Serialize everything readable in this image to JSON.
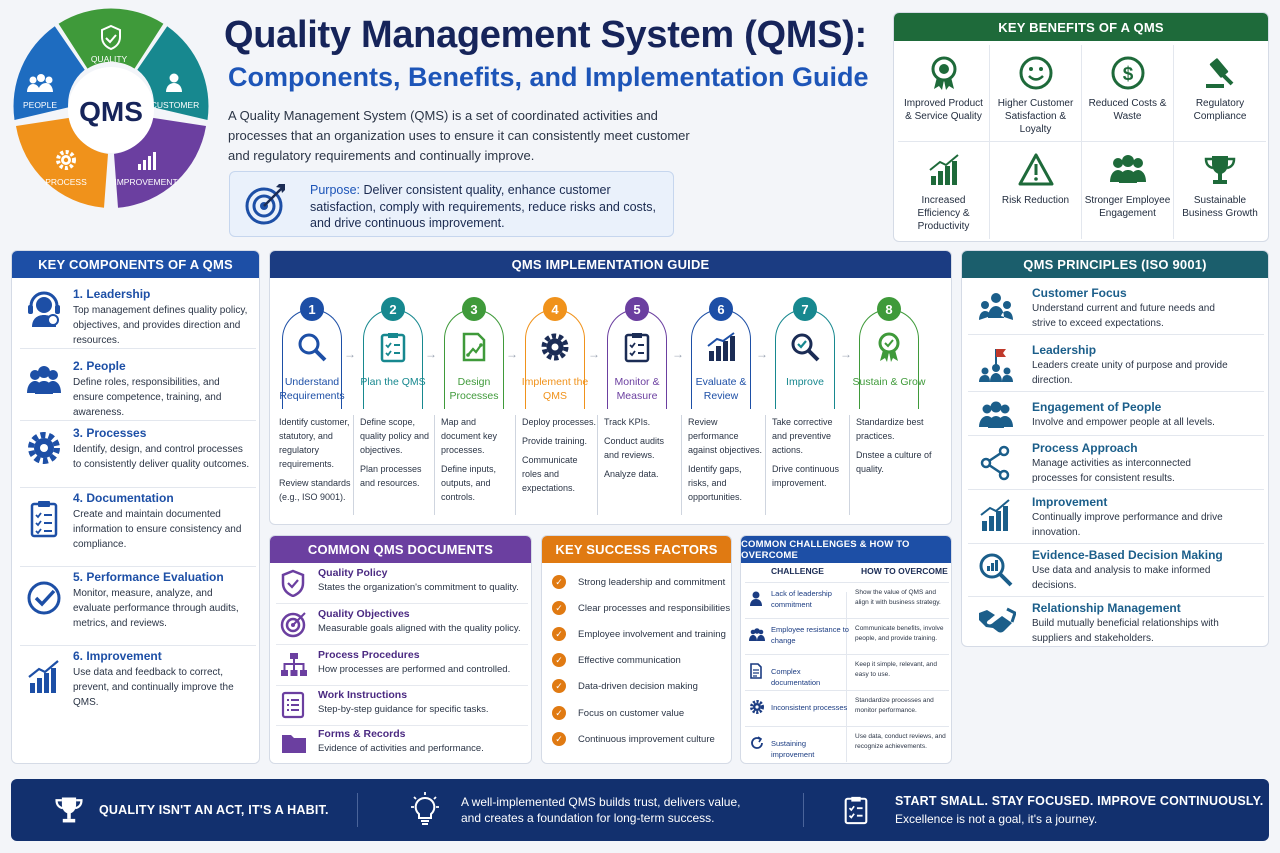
{
  "header": {
    "title_line1": "Quality Management System (QMS):",
    "title_line2": "Components, Benefits, and Implementation Guide",
    "intro": "A Quality Management System (QMS) is a set of coordinated activities and processes that an organization uses to ensure it can consistently meet customer and regulatory requirements and continually improve.",
    "purpose_label": "Purpose:",
    "purpose_text": "Deliver consistent quality, enhance customer satisfaction, comply with requirements, reduce risks and costs, and drive continuous improvement."
  },
  "wheel": {
    "center": "QMS",
    "segments": [
      {
        "label": "QUALITY",
        "icon": "shield-check-icon",
        "color": "#3f9a3a"
      },
      {
        "label": "CUSTOMER",
        "icon": "person-icon",
        "color": "#17888f"
      },
      {
        "label": "IMPROVEMENT",
        "icon": "bar-chart-icon",
        "color": "#6b3fa0"
      },
      {
        "label": "PROCESS",
        "icon": "gear-icon",
        "color": "#f0921b"
      },
      {
        "label": "PEOPLE",
        "icon": "people-icon",
        "color": "#1e6cc0"
      }
    ]
  },
  "benefits": {
    "heading": "KEY BENEFITS OF A QMS",
    "items": [
      {
        "label": "Improved Product & Service Quality",
        "icon": "award-ribbon-icon"
      },
      {
        "label": "Higher Customer Satisfaction & Loyalty",
        "icon": "smiley-icon"
      },
      {
        "label": "Reduced Costs & Waste",
        "icon": "dollar-coin-icon"
      },
      {
        "label": "Regulatory Compliance",
        "icon": "gavel-icon"
      },
      {
        "label": "Increased Efficiency & Productivity",
        "icon": "growth-chart-icon"
      },
      {
        "label": "Risk Reduction",
        "icon": "warning-icon"
      },
      {
        "label": "Stronger Employee Engagement",
        "icon": "team-icon"
      },
      {
        "label": "Sustainable Business Growth",
        "icon": "trophy-icon"
      }
    ]
  },
  "components": {
    "heading": "KEY COMPONENTS OF A QMS",
    "items": [
      {
        "title": "1. Leadership",
        "desc": "Top management defines quality policy, objectives, and provides direction and resources.",
        "icon": "leader-headset-icon"
      },
      {
        "title": "2. People",
        "desc": "Define roles, responsibilities, and ensure competence, training, and awareness.",
        "icon": "people-icon"
      },
      {
        "title": "3. Processes",
        "desc": "Identify, design, and control processes to consistently deliver quality outcomes.",
        "icon": "gear-icon"
      },
      {
        "title": "4. Documentation",
        "desc": "Create and maintain documented information to ensure consistency and compliance.",
        "icon": "clipboard-icon"
      },
      {
        "title": "5. Performance Evaluation",
        "desc": "Monitor, measure, analyze, and evaluate performance through audits, metrics, and reviews.",
        "icon": "check-circle-icon"
      },
      {
        "title": "6. Improvement",
        "desc": "Use data and feedback to correct, prevent, and continually improve the QMS.",
        "icon": "growth-chart-icon"
      }
    ]
  },
  "guide": {
    "heading": "QMS IMPLEMENTATION GUIDE",
    "steps": [
      {
        "num": "1",
        "title": "Understand Requirements",
        "color": "#1d4fa6",
        "icon": "magnifier-icon",
        "bullets": [
          "Identify customer, statutory, and regulatory requirements.",
          "Review standards (e.g., ISO 9001)."
        ]
      },
      {
        "num": "2",
        "title": "Plan the QMS",
        "color": "#17888f",
        "icon": "checklist-icon",
        "bullets": [
          "Define scope, quality policy and objectives.",
          "Plan processes and resources."
        ]
      },
      {
        "num": "3",
        "title": "Design Processes",
        "color": "#3f9a3a",
        "icon": "process-doc-icon",
        "bullets": [
          "Map and document key processes.",
          "Define inputs, outputs, and controls."
        ]
      },
      {
        "num": "4",
        "title": "Implement the QMS",
        "color": "#f0921b",
        "icon": "gear-icon",
        "bullets": [
          "Deploy processes.",
          "Provide training.",
          "Communicate roles and expectations."
        ]
      },
      {
        "num": "5",
        "title": "Monitor & Measure",
        "color": "#6b3fa0",
        "icon": "clipboard-icon",
        "bullets": [
          "Track KPIs.",
          "Conduct audits and reviews.",
          "Analyze data."
        ]
      },
      {
        "num": "6",
        "title": "Evaluate & Review",
        "color": "#1d4fa6",
        "icon": "bar-chart-icon",
        "bullets": [
          "Review performance against objectives.",
          "Identify gaps, risks, and opportunities."
        ]
      },
      {
        "num": "7",
        "title": "Improve",
        "color": "#17888f",
        "icon": "magnifier-check-icon",
        "bullets": [
          "Take corrective and preventive actions.",
          "Drive continuous improvement."
        ]
      },
      {
        "num": "8",
        "title": "Sustain & Grow",
        "color": "#3f9a3a",
        "icon": "award-ribbon-icon",
        "bullets": [
          "Standardize best practices.",
          "Dnstee a culture of quality."
        ]
      }
    ]
  },
  "documents": {
    "heading": "COMMON QMS DOCUMENTS",
    "items": [
      {
        "title": "Quality Policy",
        "desc": "States the organization's commitment to quality.",
        "icon": "shield-check-icon"
      },
      {
        "title": "Quality Objectives",
        "desc": "Measurable goals aligned with the quality policy.",
        "icon": "target-icon"
      },
      {
        "title": "Process Procedures",
        "desc": "How processes are performed and controlled.",
        "icon": "org-chart-icon"
      },
      {
        "title": "Work Instructions",
        "desc": "Step-by-step guidance for specific tasks.",
        "icon": "list-doc-icon"
      },
      {
        "title": "Forms & Records",
        "desc": "Evidence of activities and performance.",
        "icon": "folder-icon"
      }
    ]
  },
  "success": {
    "heading": "KEY SUCCESS FACTORS",
    "items": [
      "Strong leadership and commitment",
      "Clear processes and responsibilities",
      "Employee involvement and training",
      "Effective communication",
      "Data-driven decision making",
      "Focus on customer value",
      "Continuous improvement culture"
    ]
  },
  "challenges": {
    "heading": "COMMON CHALLENGES & HOW TO OVERCOME",
    "col_challenge": "CHALLENGE",
    "col_overcome": "HOW TO OVERCOME",
    "rows": [
      {
        "challenge": "Lack of leadership commitment",
        "solution": "Show the value of QMS and align it with business strategy.",
        "icon": "person-icon"
      },
      {
        "challenge": "Employee resistance to change",
        "solution": "Communicate benefits, involve people, and provide training.",
        "icon": "people-icon"
      },
      {
        "challenge": "Complex documentation",
        "solution": "Keep it simple, relevant, and easy to use.",
        "icon": "document-icon"
      },
      {
        "challenge": "Inconsistent processes",
        "solution": "Standardize processes and monitor performance.",
        "icon": "gear-icon"
      },
      {
        "challenge": "Sustaining improvement",
        "solution": "Use data, conduct reviews, and recognize achievements.",
        "icon": "cycle-icon"
      }
    ]
  },
  "principles": {
    "heading": "QMS PRINCIPLES (ISO 9001)",
    "items": [
      {
        "title": "Customer Focus",
        "desc": "Understand current and future needs and strive to exceed expectations.",
        "icon": "customer-group-icon"
      },
      {
        "title": "Leadership",
        "desc": "Leaders create unity of purpose and provide direction.",
        "icon": "flag-leader-icon"
      },
      {
        "title": "Engagement of People",
        "desc": "Involve and empower people at all levels.",
        "icon": "people-icon"
      },
      {
        "title": "Process Approach",
        "desc": "Manage activities as interconnected processes for consistent results.",
        "icon": "network-icon"
      },
      {
        "title": "Improvement",
        "desc": "Continually improve performance and drive innovation.",
        "icon": "growth-chart-icon"
      },
      {
        "title": "Evidence-Based Decision Making",
        "desc": "Use data and analysis to make informed decisions.",
        "icon": "magnifier-chart-icon"
      },
      {
        "title": "Relationship Management",
        "desc": "Build mutually beneficial relationships with suppliers and stakeholders.",
        "icon": "handshake-icon"
      }
    ]
  },
  "footer": {
    "quote": "QUALITY ISN'T AN ACT, IT'S A HABIT.",
    "middle": "A well-implemented QMS builds trust, delivers value, and creates a foundation for long-term success.",
    "right_title": "START SMALL. STAY FOCUSED. IMPROVE CONTINUOUSLY.",
    "right_sub": "Excellence is not a goal, it's a journey."
  }
}
